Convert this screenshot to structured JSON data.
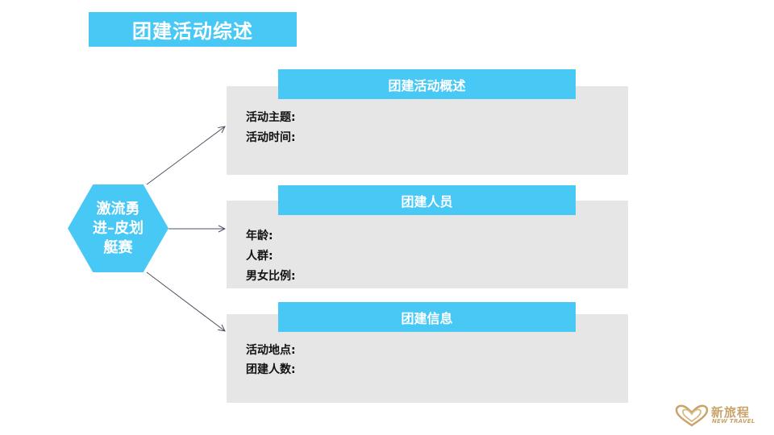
{
  "title": "团建活动综述",
  "hub": {
    "label": "激流勇进–皮划艇赛"
  },
  "panels": [
    {
      "header": "团建活动概述",
      "fields": [
        "活动主题:",
        "活动时间:"
      ]
    },
    {
      "header": "团建人员",
      "fields": [
        "年龄:",
        "人群:",
        "男女比例:"
      ]
    },
    {
      "header": "团建信息",
      "fields": [
        "活动地点:",
        "团建人数:"
      ]
    }
  ],
  "logo": {
    "name_cn": "新旅程",
    "name_en": "NEW TRAVEL"
  },
  "colors": {
    "accent": "#47c8f5",
    "panel_bg": "#e6e6e6",
    "connector": "#4a5060",
    "logo_gold": "#c9a36a"
  }
}
